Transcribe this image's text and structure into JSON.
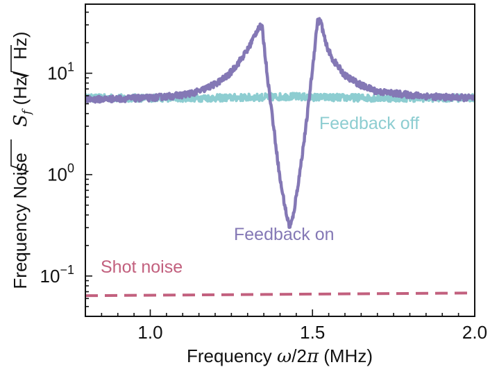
{
  "chart_data": {
    "type": "line",
    "xlabel": "Frequency ω/2π (MHz)",
    "ylabel": "Frequency Noise √S_f (Hz/√Hz)",
    "xlim": [
      0.8,
      2.0
    ],
    "ylim": [
      0.04,
      48
    ],
    "yscale": "log",
    "grid": false,
    "x_ticks": [
      {
        "value": 1.0,
        "label": "1.0"
      },
      {
        "value": 1.5,
        "label": "1.5"
      },
      {
        "value": 2.0,
        "label": "2.0"
      }
    ],
    "y_ticks": [
      {
        "value": 0.1,
        "base": "10",
        "exp": "−1"
      },
      {
        "value": 1,
        "base": "10",
        "exp": "0"
      },
      {
        "value": 10,
        "base": "10",
        "exp": "1"
      }
    ],
    "series": [
      {
        "name": "Feedback off",
        "color": "#8dcdd1",
        "style": "solid-noisy",
        "x": [
          0.8,
          1.0,
          1.2,
          1.35,
          1.43,
          1.5,
          1.7,
          1.9,
          2.0
        ],
        "y": [
          5.7,
          5.7,
          5.7,
          5.8,
          5.9,
          5.8,
          5.7,
          5.7,
          5.7
        ]
      },
      {
        "name": "Feedback on",
        "color": "#8478b5",
        "style": "solid-noisy",
        "x": [
          0.8,
          0.9,
          1.0,
          1.1,
          1.15,
          1.2,
          1.24,
          1.27,
          1.3,
          1.32,
          1.335,
          1.345,
          1.36,
          1.38,
          1.4,
          1.42,
          1.43,
          1.44,
          1.46,
          1.48,
          1.5,
          1.515,
          1.525,
          1.54,
          1.56,
          1.6,
          1.65,
          1.7,
          1.8,
          1.9,
          2.0
        ],
        "y": [
          5.5,
          5.6,
          5.7,
          6.1,
          6.6,
          7.8,
          9.5,
          12.5,
          17,
          23,
          29,
          28,
          10,
          3,
          0.9,
          0.4,
          0.3,
          0.38,
          1.0,
          3.0,
          11,
          32,
          33,
          20,
          14,
          9.5,
          7.6,
          6.6,
          6.1,
          5.8,
          5.7
        ]
      },
      {
        "name": "Shot noise",
        "color": "#c2607e",
        "style": "dashed",
        "x": [
          0.8,
          2.0
        ],
        "y": [
          0.064,
          0.068
        ]
      }
    ],
    "annotations": [
      {
        "text": "Feedback off",
        "color": "#8dcdd1"
      },
      {
        "text": "Feedback on",
        "color": "#8478b5"
      },
      {
        "text": "Shot noise",
        "color": "#c2607e"
      }
    ]
  }
}
